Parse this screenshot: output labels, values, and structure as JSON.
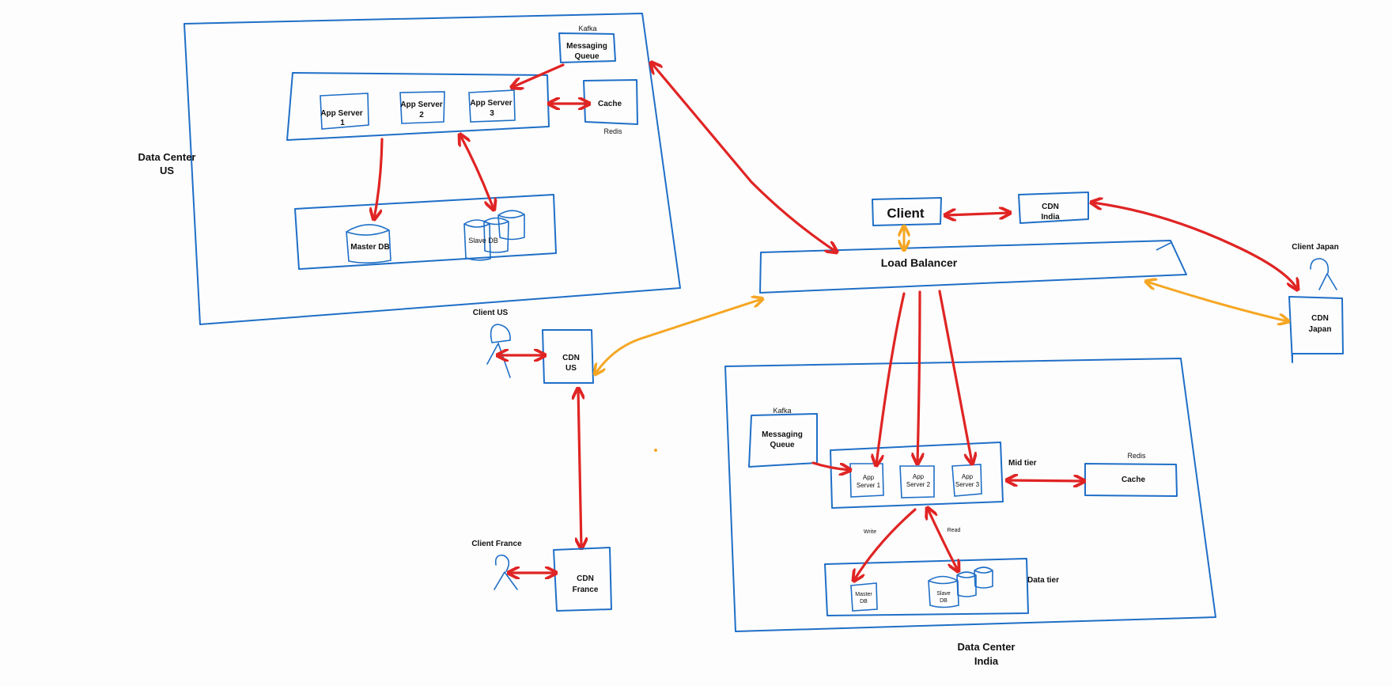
{
  "colors": {
    "box": "#1f6fc7",
    "sync_arrow": "#e02424",
    "cdn_arrow": "#f5a623"
  },
  "labels": {
    "dc_us": [
      "Data Center",
      "US"
    ],
    "dc_india": [
      "Data Center",
      "India"
    ],
    "kafka_us": "Kafka",
    "mq_us": [
      "Messaging",
      "Queue"
    ],
    "app1_us": [
      "App Server",
      "1"
    ],
    "app2_us": [
      "App Server",
      "2"
    ],
    "app3_us": [
      "App Server",
      "3"
    ],
    "cache_us": "Cache",
    "redis_us": "Redis",
    "master_db_us": "Master DB",
    "slave_db_us": "Slave DB",
    "client": "Client",
    "cdn_india": [
      "CDN",
      "India"
    ],
    "load_balancer": "Load Balancer",
    "client_japan": "Client Japan",
    "cdn_japan": [
      "CDN",
      "Japan"
    ],
    "client_us": "Client US",
    "cdn_us": [
      "CDN",
      "US"
    ],
    "client_france": "Client France",
    "cdn_france": [
      "CDN",
      "France"
    ],
    "kafka_india": "Kafka",
    "mq_india": [
      "Messaging",
      "Queue"
    ],
    "app1_india": [
      "App",
      "Server 1"
    ],
    "app2_india": [
      "App",
      "Server 2"
    ],
    "app3_india": [
      "App",
      "Server 3"
    ],
    "mid_tier": "Mid tier",
    "redis_india": "Redis",
    "cache_india": "Cache",
    "write": "Write",
    "read": "Read",
    "master_db_india": [
      "Master",
      "DB"
    ],
    "slave_db_india": [
      "Slave",
      "DB"
    ],
    "data_tier": "Data tier"
  }
}
